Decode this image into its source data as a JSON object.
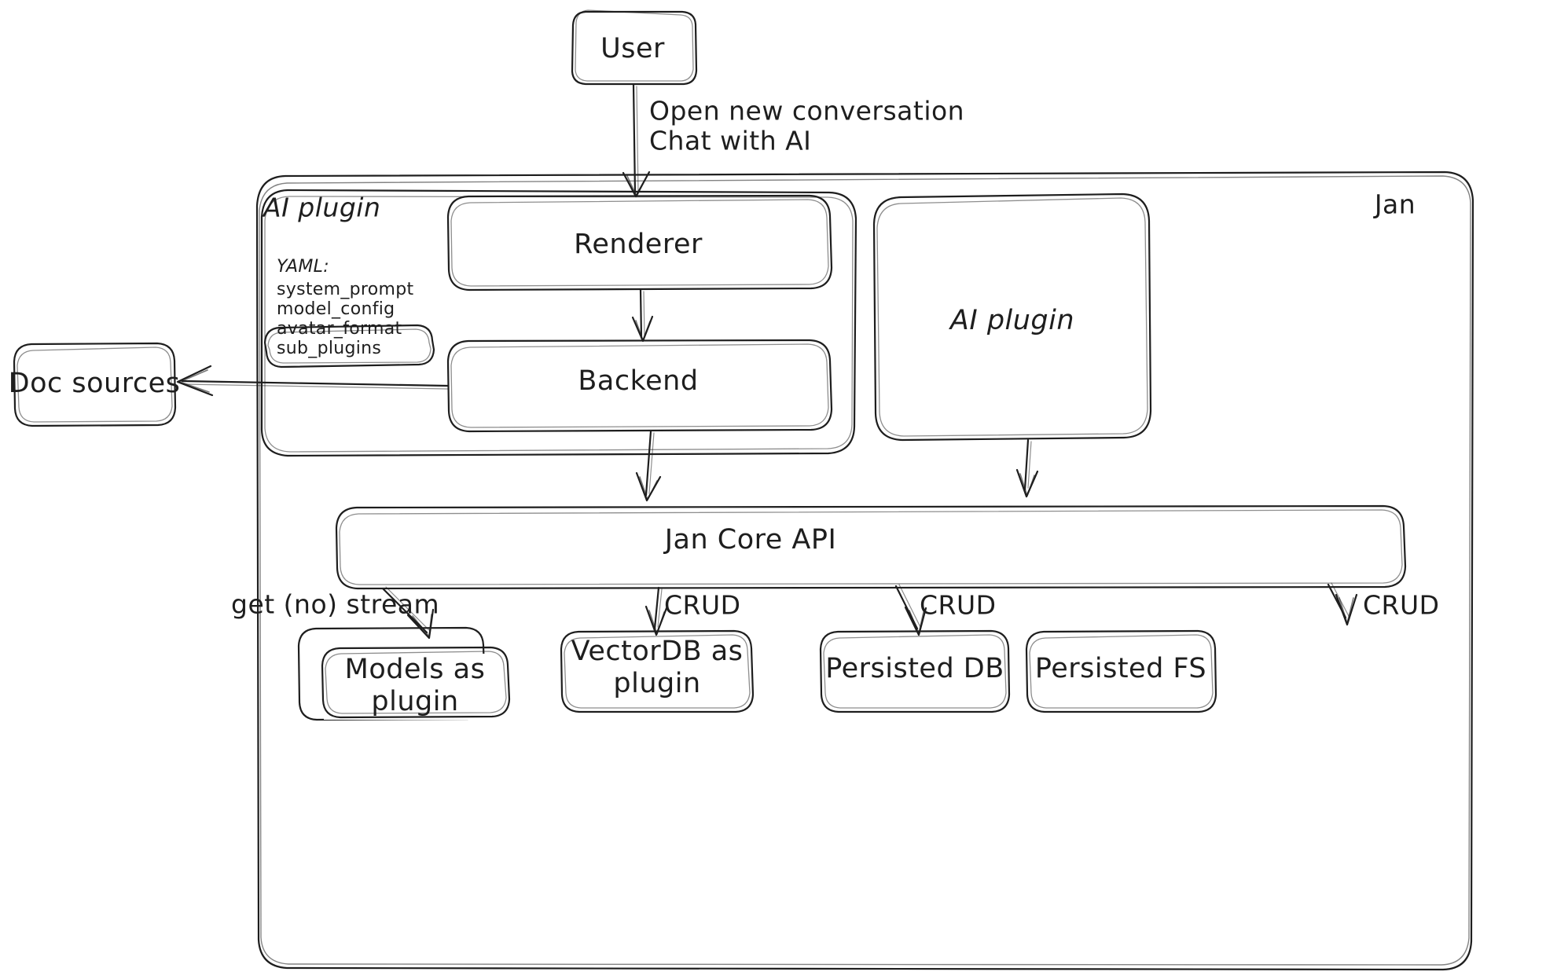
{
  "diagram": {
    "title_hint": "Jan architecture diagram",
    "style": "hand-drawn",
    "stroke_color": "#1e1e1e",
    "background_color": "#ffffff"
  },
  "nodes": {
    "user": {
      "label": "User"
    },
    "jan_container": {
      "label": "Jan"
    },
    "ai_plugin_group": {
      "label": "AI plugin"
    },
    "yaml_note": {
      "title": "YAML:",
      "lines": [
        "system_prompt",
        "model_config",
        "avatar_format",
        "sub_plugins"
      ]
    },
    "renderer": {
      "label": "Renderer"
    },
    "backend": {
      "label": "Backend"
    },
    "ai_plugin_right": {
      "label": "AI plugin"
    },
    "doc_sources": {
      "label": "Doc sources"
    },
    "jan_core_api": {
      "label": "Jan Core API"
    },
    "models_as_plugin": {
      "label_line1": "Models as",
      "label_line2": "plugin"
    },
    "vectordb_as_plugin": {
      "label_line1": "VectorDB as",
      "label_line2": "plugin"
    },
    "persisted_db": {
      "label": "Persisted DB"
    },
    "persisted_fs": {
      "label": "Persisted FS"
    }
  },
  "edges": {
    "user_to_renderer": {
      "label_line1": "Open new conversation",
      "label_line2": "Chat with AI"
    },
    "renderer_to_backend": {
      "label": ""
    },
    "backend_to_doc_sources": {
      "label": ""
    },
    "backend_to_core": {
      "label": ""
    },
    "ai_plugin_to_core": {
      "label": ""
    },
    "core_to_models": {
      "label": "get (no) stream"
    },
    "core_to_vectordb": {
      "label": "CRUD"
    },
    "core_to_persisted_db": {
      "label": "CRUD"
    },
    "core_to_persisted_fs": {
      "label": "CRUD"
    }
  }
}
